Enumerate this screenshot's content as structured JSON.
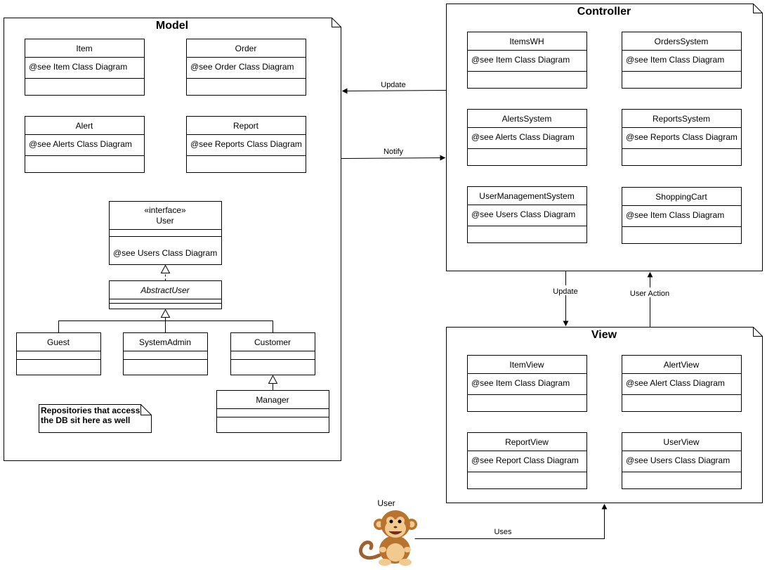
{
  "packages": {
    "model": {
      "title": "Model"
    },
    "controller": {
      "title": "Controller"
    },
    "view": {
      "title": "View"
    }
  },
  "model_classes": {
    "item": {
      "name": "Item",
      "attr": "@see Item Class Diagram"
    },
    "order": {
      "name": "Order",
      "attr": "@see Order Class Diagram"
    },
    "alert": {
      "name": "Alert",
      "attr": "@see Alerts Class Diagram"
    },
    "report": {
      "name": "Report",
      "attr": "@see Reports Class Diagram"
    },
    "user": {
      "stereotype": "«interface»",
      "name": "User",
      "attr": "@see Users Class Diagram"
    },
    "abstract_user": {
      "name": "AbstractUser"
    },
    "guest": {
      "name": "Guest"
    },
    "system_admin": {
      "name": "SystemAdmin"
    },
    "customer": {
      "name": "Customer"
    },
    "manager": {
      "name": "Manager"
    }
  },
  "note": {
    "line1": "Repositories that access",
    "line2": "the DB sit here as well"
  },
  "controller_classes": {
    "items_wh": {
      "name": "ItemsWH",
      "attr": "@see Item Class Diagram"
    },
    "orders_system": {
      "name": "OrdersSystem",
      "attr": "@see Item Class Diagram"
    },
    "alerts_system": {
      "name": "AlertsSystem",
      "attr": "@see Alerts Class Diagram"
    },
    "reports_system": {
      "name": "ReportsSystem",
      "attr": "@see Reports Class Diagram"
    },
    "user_mgmt_system": {
      "name": "UserManagementSystem",
      "attr": "@see Users Class Diagram"
    },
    "shopping_cart": {
      "name": "ShoppingCart",
      "attr": "@see Item Class Diagram"
    }
  },
  "view_classes": {
    "item_view": {
      "name": "ItemView",
      "attr": "@see Item Class Diagram"
    },
    "alert_view": {
      "name": "AlertView",
      "attr": "@see Alert Class Diagram"
    },
    "report_view": {
      "name": "ReportView",
      "attr": "@see Report Class Diagram"
    },
    "user_view": {
      "name": "UserView",
      "attr": "@see Users Class Diagram"
    }
  },
  "edges": {
    "update_model": "Update",
    "notify": "Notify",
    "update_view": "Update",
    "user_action": "User Action",
    "uses": "Uses"
  },
  "actor": {
    "label": "User",
    "icon": "monkey-icon"
  }
}
